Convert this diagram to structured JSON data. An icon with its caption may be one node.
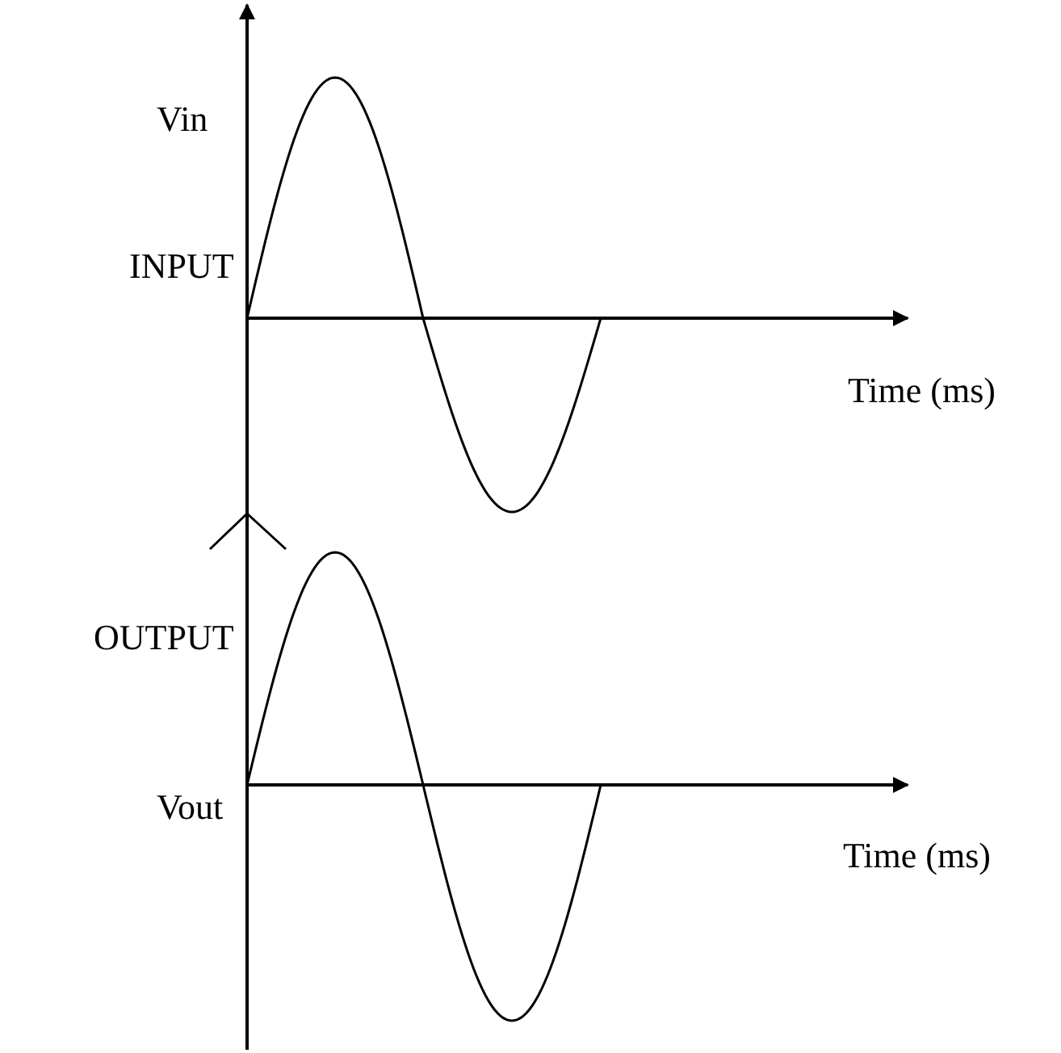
{
  "diagram": {
    "labels": [
      "Vin",
      "INPUT",
      "Time (ms)",
      "OUTPUT",
      "Vout",
      "Time (ms)"
    ]
  }
}
